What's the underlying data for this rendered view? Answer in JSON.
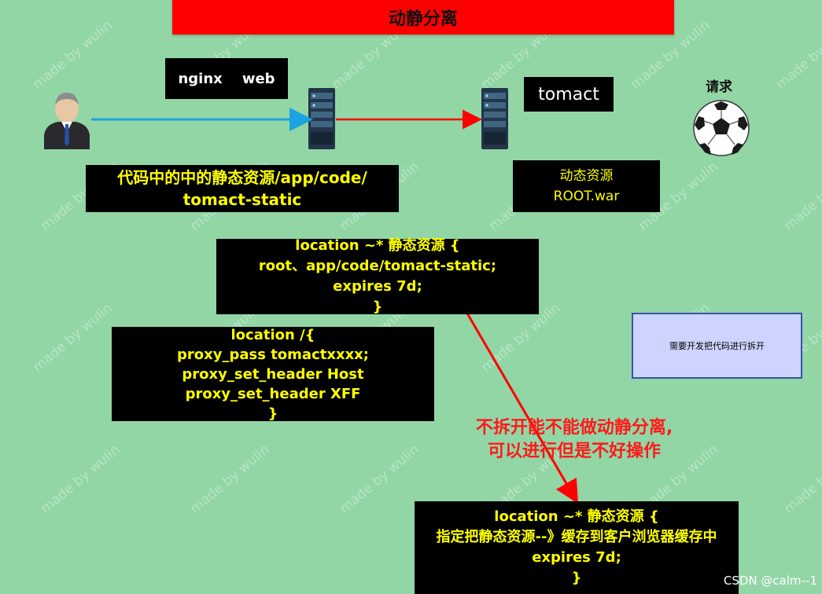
{
  "title": "动静分离",
  "boxes": {
    "nginx_web": "nginx    web",
    "tomact": "tomact",
    "static_code": [
      "代码中的中的静态资源/app/code/",
      "tomact-static"
    ],
    "dynamic": [
      "动态资源",
      "ROOT.war"
    ],
    "location_static": [
      "location ~* 静态资源 {",
      "root、app/code/tomact-static;",
      "expires 7d;",
      "}"
    ],
    "location_root": [
      "location /{",
      "proxy_pass tomactxxxx;",
      "proxy_set_header Host",
      "proxy_set_header XFF",
      "}"
    ],
    "location_cache": [
      "location ~* 静态资源 {",
      "指定把静态资源--》缓存到客户浏览器缓存中",
      "expires 7d;",
      "}"
    ]
  },
  "request_label": "请求",
  "note": "需要开发把代码进行拆开",
  "red_note": [
    "不拆开能不能做动静分离,",
    "可以进行但是不好操作"
  ],
  "watermark": "made by wulin",
  "csdn": "CSDN @calm--1",
  "colors": {
    "background": "#92d6a6",
    "title_bar": "#ff0000",
    "arrow_blue": "#1aa3e0",
    "arrow_red": "#ff0000",
    "highlight_text": "#ffff00"
  },
  "icons": [
    "user-avatar",
    "server-icon",
    "server-icon",
    "soccer-ball-icon"
  ]
}
